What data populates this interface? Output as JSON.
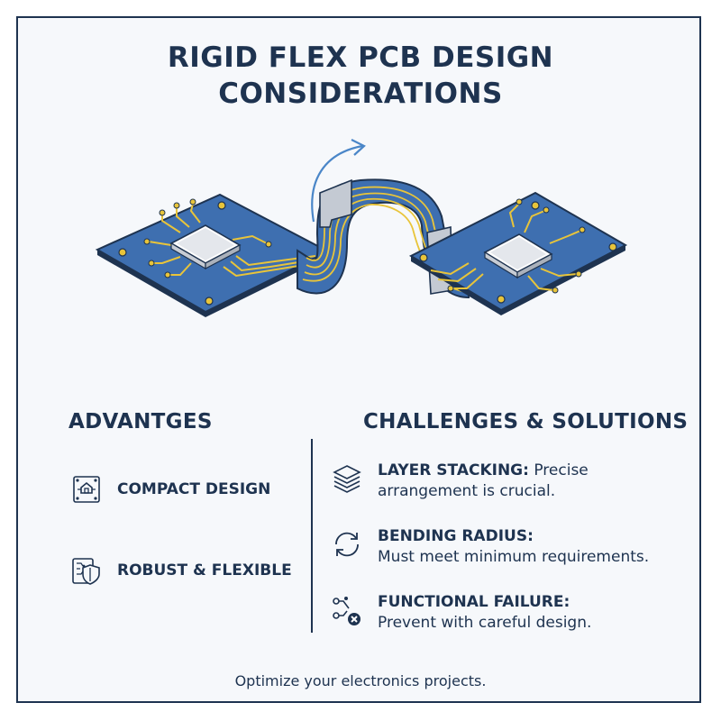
{
  "title": {
    "line1": "RIGID FLEX PCB DESIGN",
    "line2": "CONSIDERATIONS"
  },
  "colors": {
    "navy": "#1e3350",
    "board_blue": "#3e6fb0",
    "trace_gold": "#e8c43a",
    "accent_blue": "#4a86c8"
  },
  "advantages": {
    "title": "ADVANTGES",
    "items": [
      {
        "icon": "compact-board-icon",
        "label": "COMPACT DESIGN"
      },
      {
        "icon": "circuit-shield-icon",
        "label": "ROBUST & FLEXIBLE"
      }
    ]
  },
  "challenges": {
    "title": "CHALLENGES & SOLUTIONS",
    "items": [
      {
        "icon": "layer-stack-icon",
        "heading": "LAYER STACKING:",
        "text_inline": "Precise",
        "text_rest": "arrangement is crucial."
      },
      {
        "icon": "refresh-cycle-icon",
        "heading": "BENDING RADIUS:",
        "text_line": "Must meet minimum requirements."
      },
      {
        "icon": "failure-x-icon",
        "heading": "FUNCTIONAL FAILURE:",
        "text_line": "Prevent with careful design."
      }
    ]
  },
  "footer": "Optimize your electronics projects."
}
